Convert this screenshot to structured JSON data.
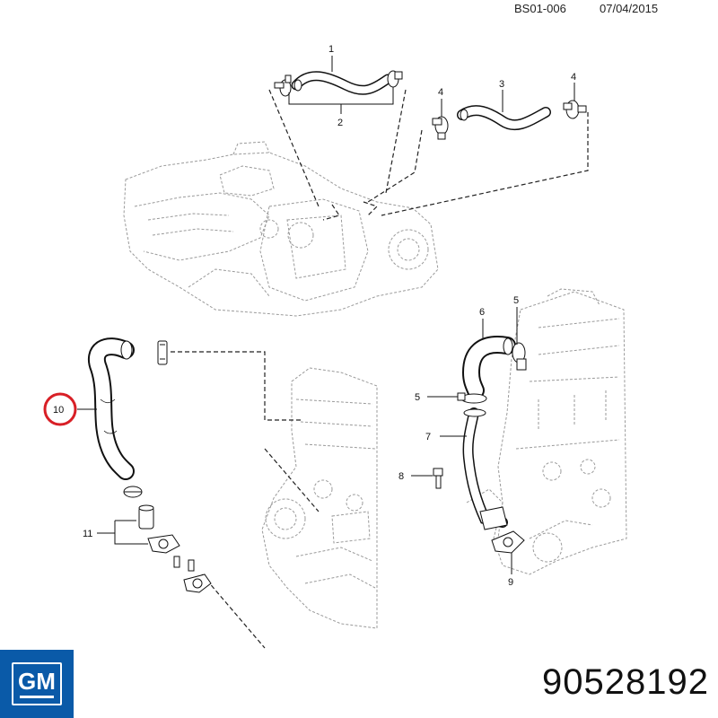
{
  "header": {
    "code": "BS01-006",
    "date": "07/04/2015"
  },
  "callouts": {
    "c1": "1",
    "c2": "2",
    "c3": "3",
    "c4a": "4",
    "c4b": "4",
    "c5a": "5",
    "c5b": "5",
    "c6": "6",
    "c7": "7",
    "c8": "8",
    "c9": "9",
    "c10": "10",
    "c11": "11"
  },
  "highlight": {
    "callout": "10",
    "color": "#d81f26"
  },
  "brand": {
    "logo_text": "GM",
    "color": "#0a5aa8"
  },
  "part_number": "90528192"
}
